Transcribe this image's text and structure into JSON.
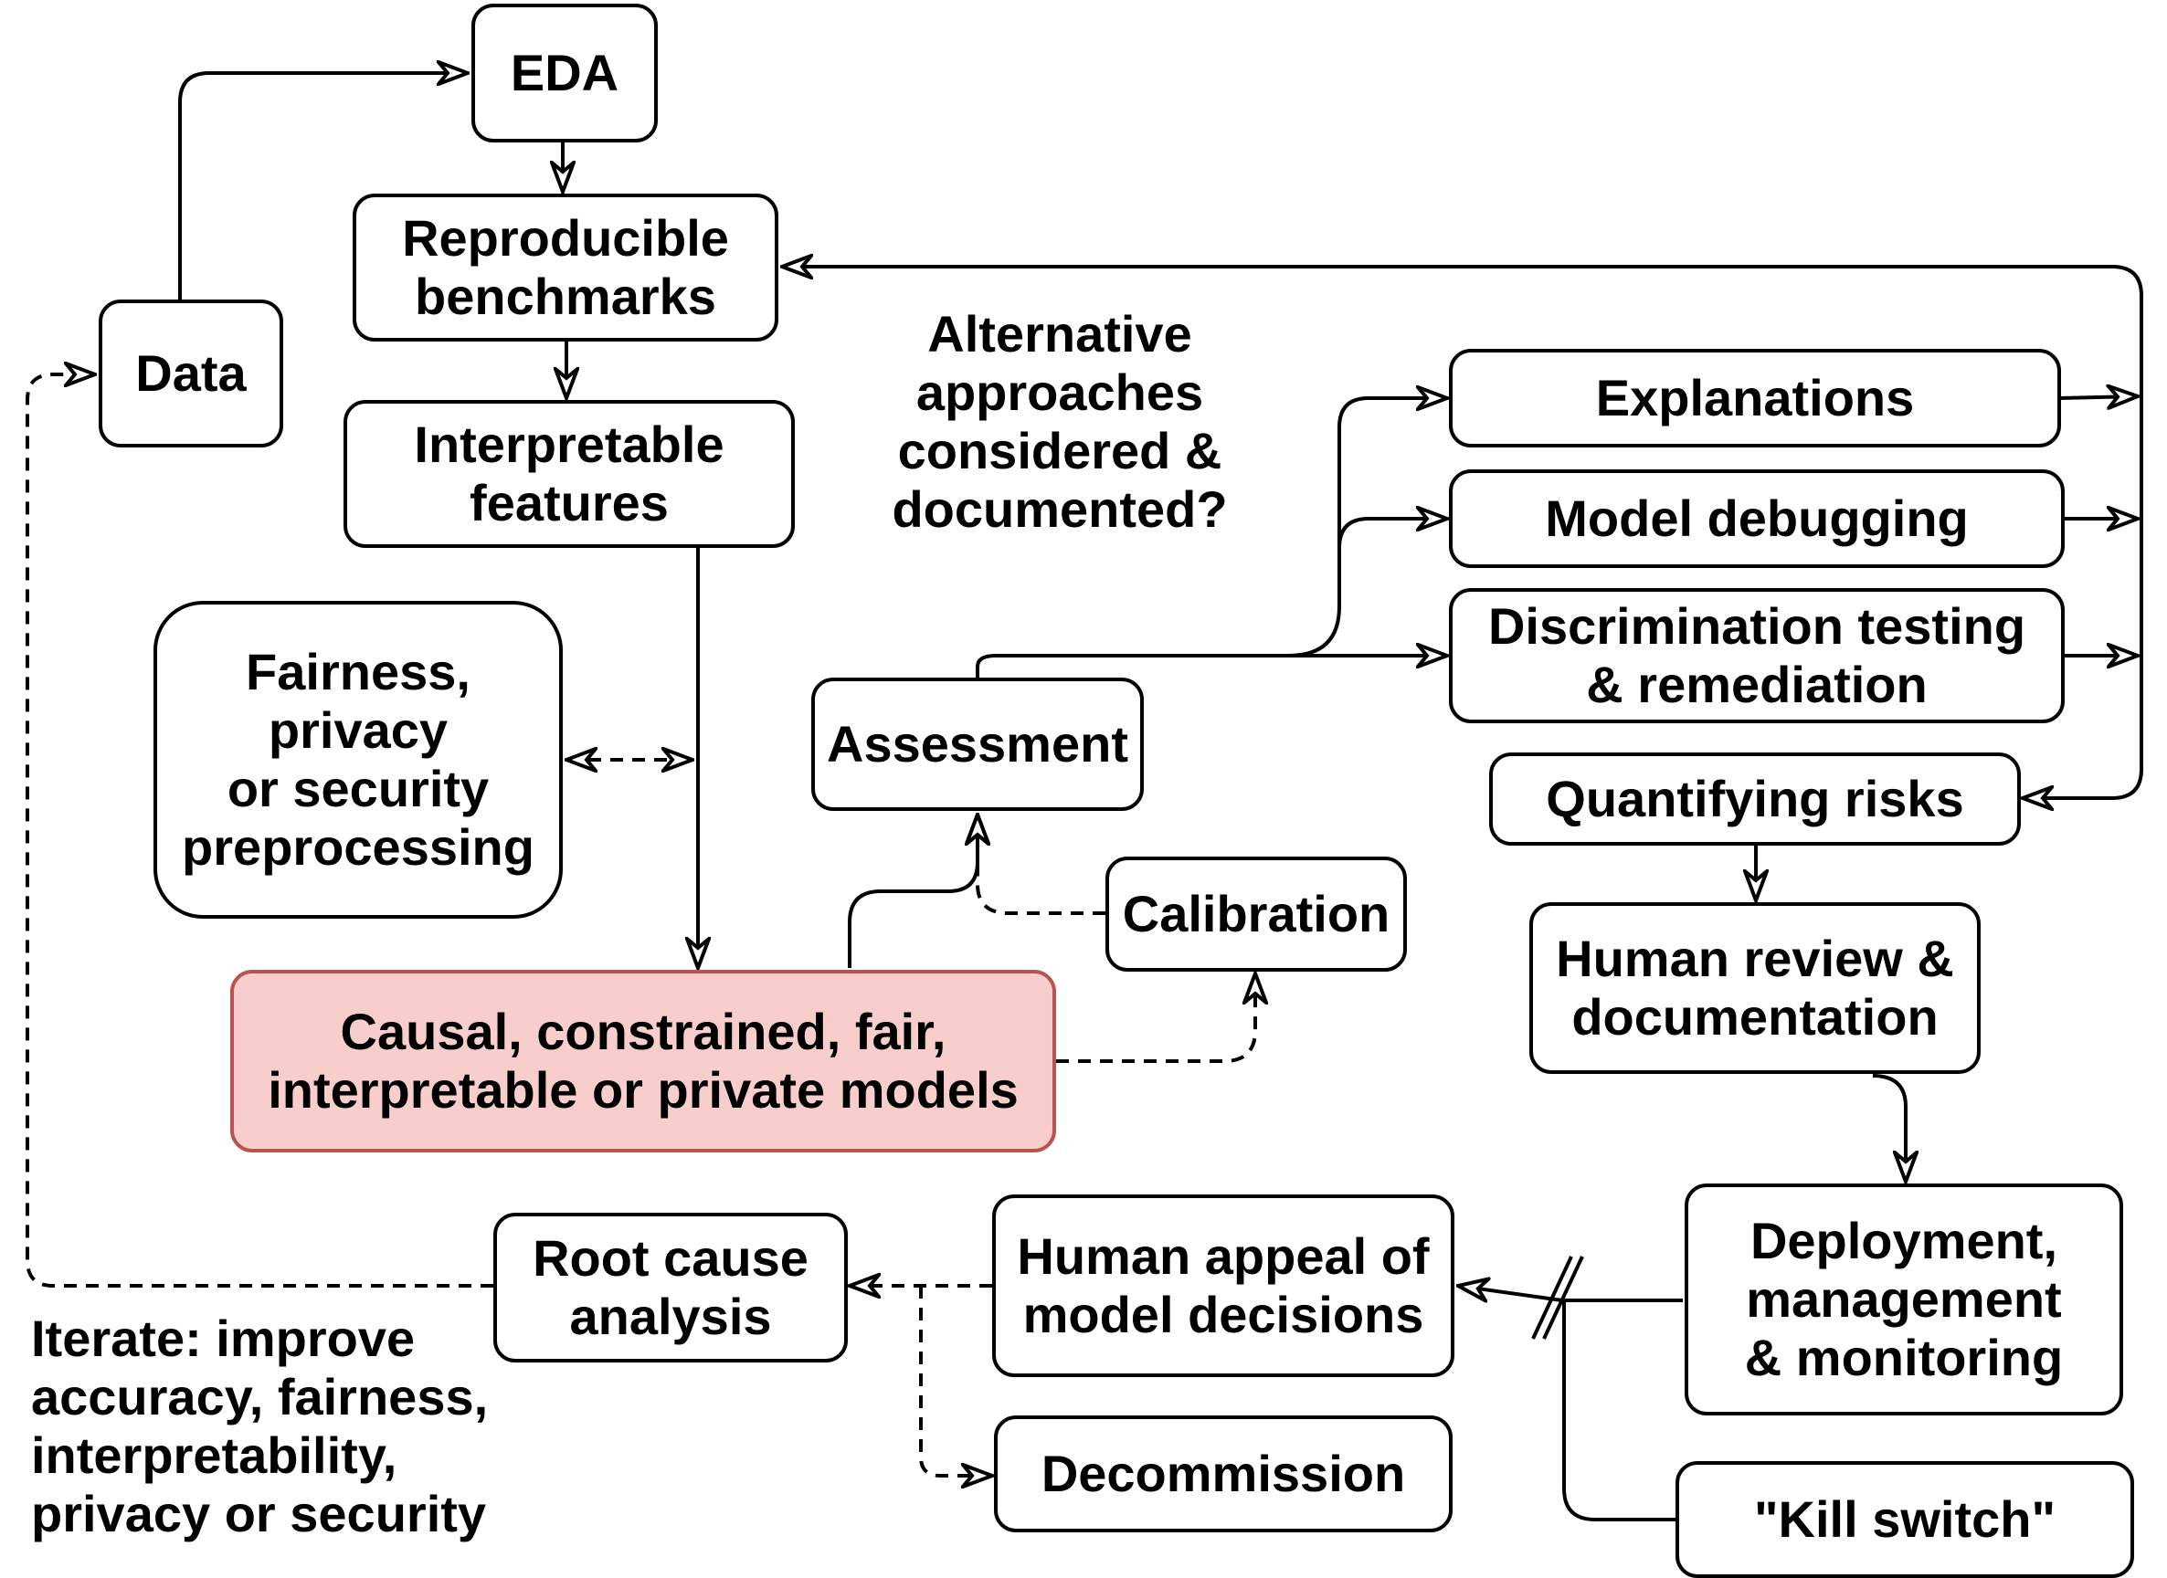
{
  "nodes": {
    "eda": "EDA",
    "data": "Data",
    "benchmarks": "Reproducible\nbenchmarks",
    "features": "Interpretable\nfeatures",
    "preprocessing": "Fairness,\nprivacy\nor security\npreprocessing",
    "assessment": "Assessment",
    "calibration": "Calibration",
    "models": "Causal, constrained, fair,\ninterpretable or private models",
    "explanations": "Explanations",
    "debugging": "Model debugging",
    "discrimination": "Discrimination testing\n& remediation",
    "risks": "Quantifying risks",
    "review": "Human review &\ndocumentation",
    "deployment": "Deployment,\nmanagement\n& monitoring",
    "kill_switch": "\"Kill switch\"",
    "appeal": "Human appeal of\nmodel decisions",
    "decommission": "Decommission",
    "root_cause": "Root cause\nanalysis"
  },
  "annotations": {
    "alternatives": "Alternative\napproaches\nconsidered &\ndocumented?",
    "iterate": "Iterate: improve\naccuracy, fairness,\ninterpretability,\nprivacy or security"
  },
  "colors": {
    "highlight_fill": "#f8cecc",
    "highlight_stroke": "#b85450",
    "line": "#000000"
  }
}
